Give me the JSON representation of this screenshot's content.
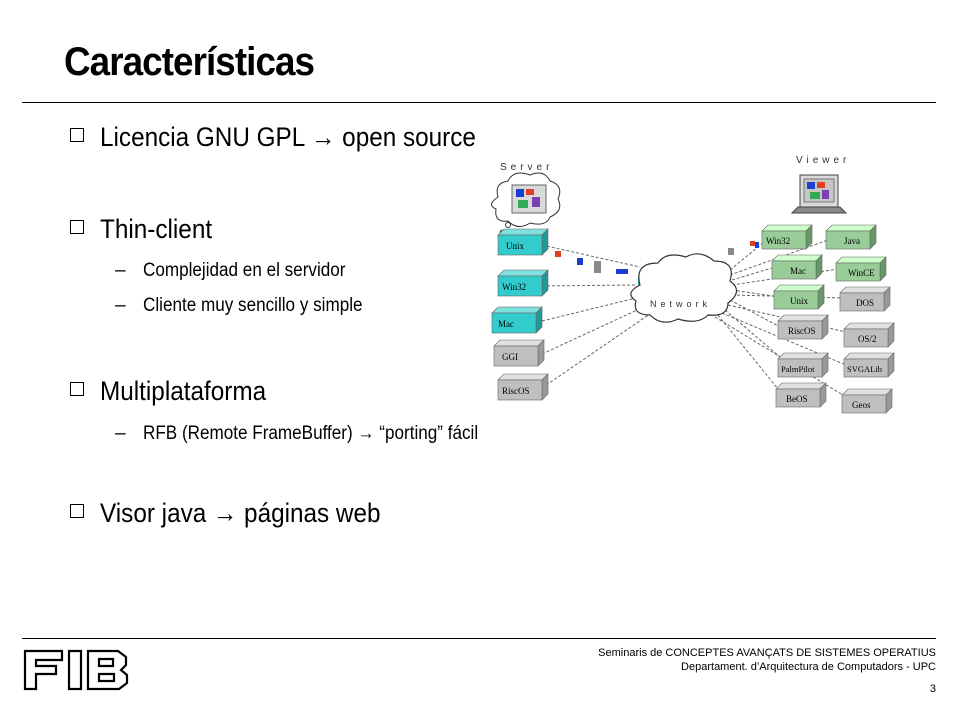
{
  "slide": {
    "title": "Características",
    "bullets": [
      {
        "text": "Licencia GNU GPL → open source"
      },
      {
        "text": "Thin-client",
        "subs": [
          "Complejidad en el servidor",
          "Cliente muy sencillo y simple"
        ]
      },
      {
        "text": "Multiplataforma",
        "subs": [
          "RFB (Remote FrameBuffer) → “porting” fácil"
        ]
      },
      {
        "text": "Visor java → páginas web"
      }
    ],
    "bullet_icon": "hollow-square-icon",
    "dash": "–"
  },
  "diagram": {
    "server_caption": "Server",
    "viewer_caption": "Viewer",
    "network_caption": "Network",
    "server_boxes": [
      {
        "label": "Unix",
        "color": "#33cccc"
      },
      {
        "label": "Win32",
        "color": "#33cccc"
      },
      {
        "label": "Mac",
        "color": "#33cccc"
      },
      {
        "label": "GGI",
        "color": "#bfbfbf"
      },
      {
        "label": "RiscOS",
        "color": "#bfbfbf"
      }
    ],
    "viewer_boxes": [
      {
        "label": "Win32",
        "color": "#99cc99"
      },
      {
        "label": "Java",
        "color": "#99cc99"
      },
      {
        "label": "Mac",
        "color": "#99cc99"
      },
      {
        "label": "WinCE",
        "color": "#99cc99"
      },
      {
        "label": "Unix",
        "color": "#99cc99"
      },
      {
        "label": "DOS",
        "color": "#bfbfbf"
      },
      {
        "label": "RiscOS",
        "color": "#bfbfbf"
      },
      {
        "label": "OS/2",
        "color": "#bfbfbf"
      },
      {
        "label": "PalmPilot",
        "color": "#bfbfbf"
      },
      {
        "label": "SVGALib",
        "color": "#bfbfbf"
      },
      {
        "label": "BeOS",
        "color": "#bfbfbf"
      },
      {
        "label": "Geos",
        "color": "#bfbfbf"
      }
    ],
    "icons": [
      "thought-bubble-icon",
      "computer-monitor-icon",
      "network-cloud-icon"
    ]
  },
  "footer": {
    "line1": "Seminaris de CONCEPTES AVANÇATS DE SISTEMES OPERATIUS",
    "line2": "Departament. d’Arquitectura de Computadors - UPC",
    "page_number": "3",
    "logo_text": "FIB"
  },
  "colors": {
    "text": "#000000",
    "teal": "#33cccc",
    "green": "#99cc99",
    "gray": "#bfbfbf",
    "packet_red": "#e04020",
    "packet_blue": "#1a3fd0"
  }
}
